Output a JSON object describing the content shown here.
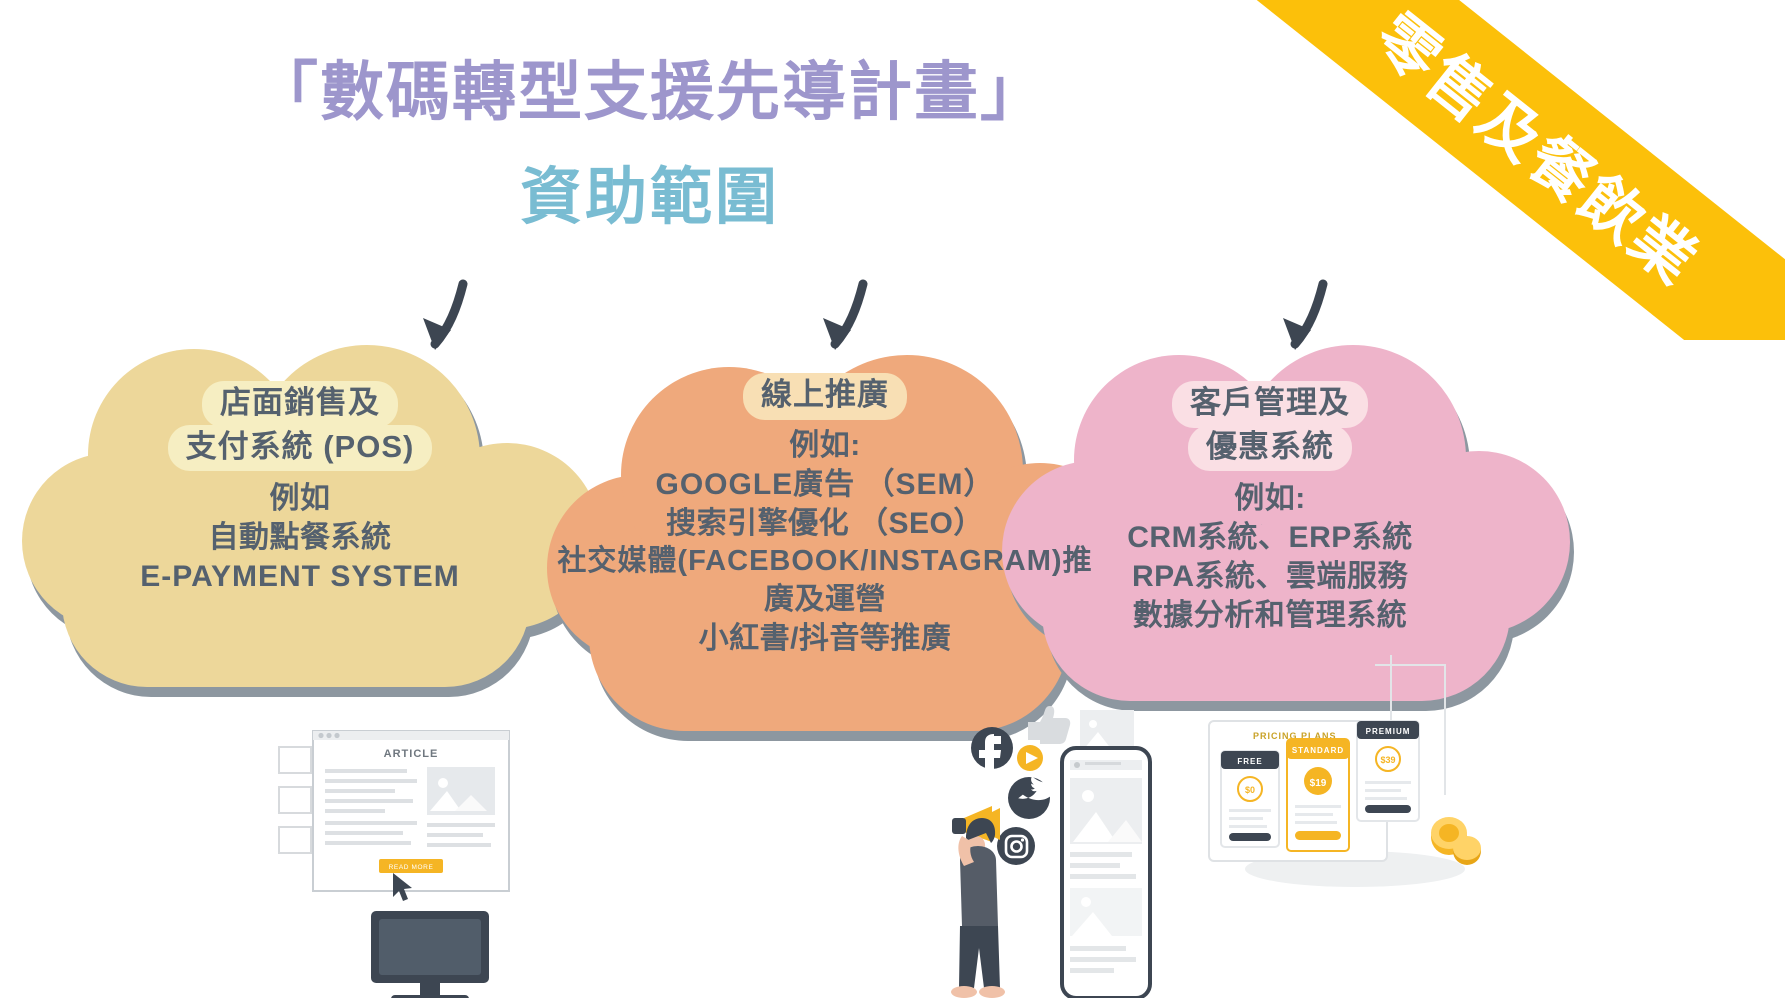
{
  "ribbon": {
    "label": "零售及餐飲業",
    "bg_color": "#fcc00a",
    "text_color": "#ffffff"
  },
  "title": {
    "main": "「數碼轉型支援先導計畫」",
    "sub": "資助範圍",
    "main_color": "#9d96cc",
    "sub_color": "#79bcd2"
  },
  "clouds": [
    {
      "id": "pos",
      "heading_lines": [
        "店面銷售及",
        "支付系統 (POS)"
      ],
      "intro": "例如",
      "items": [
        "自動點餐系統",
        "E-PAYMENT SYSTEM"
      ],
      "cloud_color": "#edd79a",
      "chip_color": "#f6eec2",
      "outline_color": "#8d97a0"
    },
    {
      "id": "online-promotion",
      "heading_lines": [
        "線上推廣"
      ],
      "intro": "例如:",
      "items": [
        "GOOGLE廣告 （SEM）",
        "搜索引擎優化 （SEO）",
        "社交媒體(FACEBOOK/INSTAGRAM)推",
        "廣及運營",
        "小紅書/抖音等推廣"
      ],
      "cloud_color": "#efa97c",
      "chip_color": "#f8dfb4",
      "outline_color": "#8d97a0"
    },
    {
      "id": "crm",
      "heading_lines": [
        "客戶管理及",
        "優惠系統"
      ],
      "intro": "例如:",
      "items": [
        "CRM系統、ERP系統",
        "RPA系統、雲端服務",
        "數據分析和管理系統"
      ],
      "cloud_color": "#eeb4ca",
      "chip_color": "#fadfe4",
      "outline_color": "#8d97a0"
    }
  ],
  "arrows": {
    "count": 3,
    "color": "#3d4652",
    "name": "down-left-arrow"
  },
  "illustrations": {
    "pos": {
      "name": "desktop-computer-article-page",
      "screen_label": "ARTICLE",
      "button_label": "READ MORE",
      "accent": "#f5b524"
    },
    "online": {
      "name": "social-media-person-megaphone-phone",
      "social_icons": [
        "facebook-icon",
        "twitter-icon",
        "instagram-icon",
        "youtube-icon",
        "thumbs-up-icon"
      ],
      "accent": "#f5b524"
    },
    "crm": {
      "name": "pricing-plans-cards",
      "title": "PRICING PLANS",
      "plans": [
        {
          "name": "FREE",
          "price": "$0"
        },
        {
          "name": "STANDARD",
          "price": "$19"
        },
        {
          "name": "PREMIUM",
          "price": "$39"
        }
      ],
      "accent": "#f5b524"
    }
  }
}
